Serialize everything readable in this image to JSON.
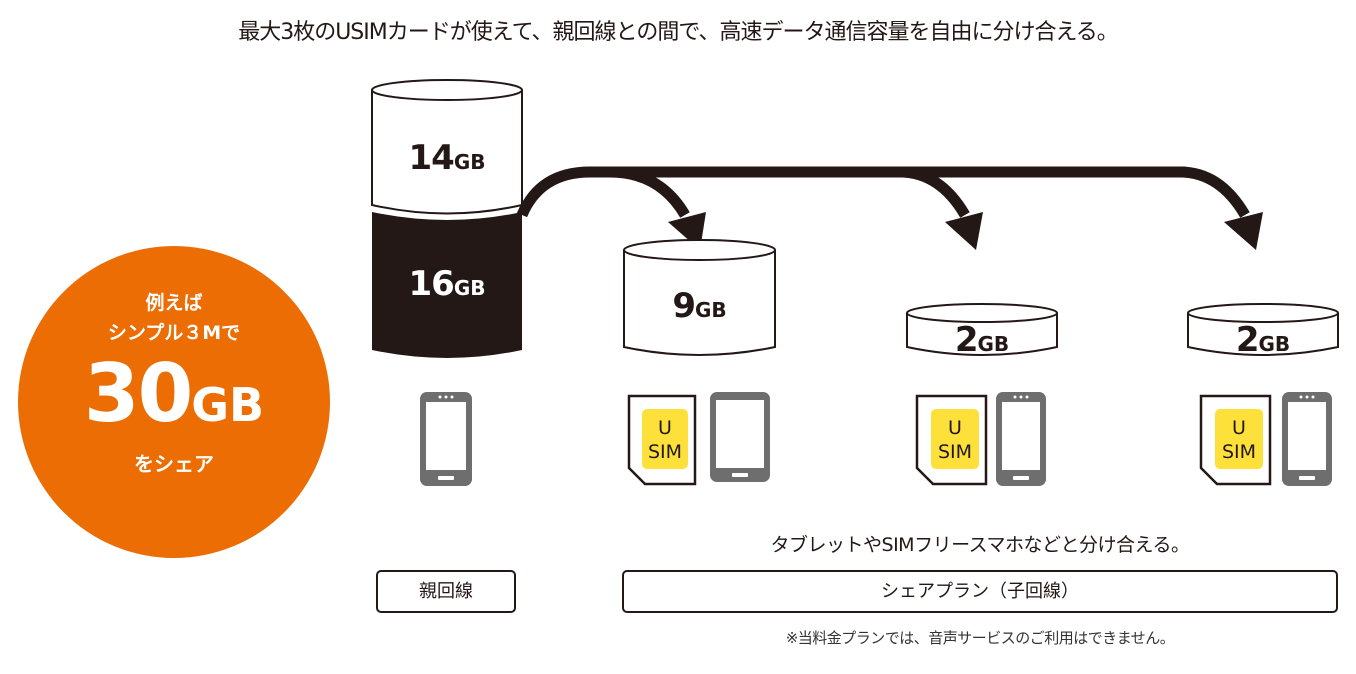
{
  "headline": "最大3枚のUSIMカードが使えて、親回線との間で、高速データ通信容量を自由に分け合える。",
  "badge": {
    "line1": "例えば",
    "line2": "シンプル３Mで",
    "amount": "30",
    "unit": "GB",
    "line3": "をシェア",
    "color": "#eb6d04"
  },
  "parent": {
    "remaining_value": "14",
    "remaining_unit": "GB",
    "used_value": "16",
    "used_unit": "GB",
    "device_icon": "smartphone-icon",
    "label": "親回線"
  },
  "children": [
    {
      "value": "9",
      "unit": "GB",
      "sim_label_top": "U",
      "sim_label_bottom": "SIM",
      "device_icon": "tablet-icon"
    },
    {
      "value": "2",
      "unit": "GB",
      "sim_label_top": "U",
      "sim_label_bottom": "SIM",
      "device_icon": "smartphone-icon"
    },
    {
      "value": "2",
      "unit": "GB",
      "sim_label_top": "U",
      "sim_label_bottom": "SIM",
      "device_icon": "smartphone-icon"
    }
  ],
  "share_caption": "タブレットやSIMフリースマホなどと分け合える。",
  "share_label": "シェアプラン（子回線）",
  "note": "※当料金プランでは、音声サービスのご利用はできません。",
  "colors": {
    "ink": "#231815",
    "sim_yellow": "#fde13a",
    "device_gray": "#6e6e6e"
  }
}
